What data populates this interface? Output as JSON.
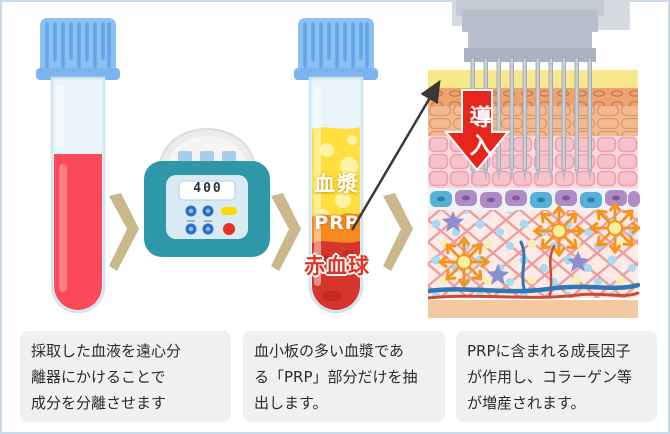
{
  "colors": {
    "border": "#c9daea",
    "cap_blue": "#8ac0f2",
    "blood_red": "#fb4a59",
    "plasma_yellow": "#ffdf3d",
    "prp_orange": "#f68a1e",
    "rbc_dark_red": "#d6352b",
    "centrifuge_teal": "#2e98a8",
    "chevron_tan": "#c8b88b",
    "intro_arrow_red": "#e8251c",
    "caption_bg": "#f0f0f0"
  },
  "centrifuge": {
    "display_value": "400"
  },
  "tube2_labels": {
    "plasma": "血漿",
    "prp": "PRP",
    "rbc": "赤血球"
  },
  "skin": {
    "intro_arrow_label": "導入"
  },
  "captions": {
    "step1_lines": [
      "採取した血液を遠心分",
      "離器にかけることで",
      "成分を分離させます"
    ],
    "step2_lines": [
      "血小板の多い血漿であ",
      "る「PRP」部分だけを抽",
      "出します。"
    ],
    "step3_lines": [
      "PRPに含まれる成長因子",
      "が作用し、コラーゲン等",
      "が増産されます。"
    ]
  }
}
